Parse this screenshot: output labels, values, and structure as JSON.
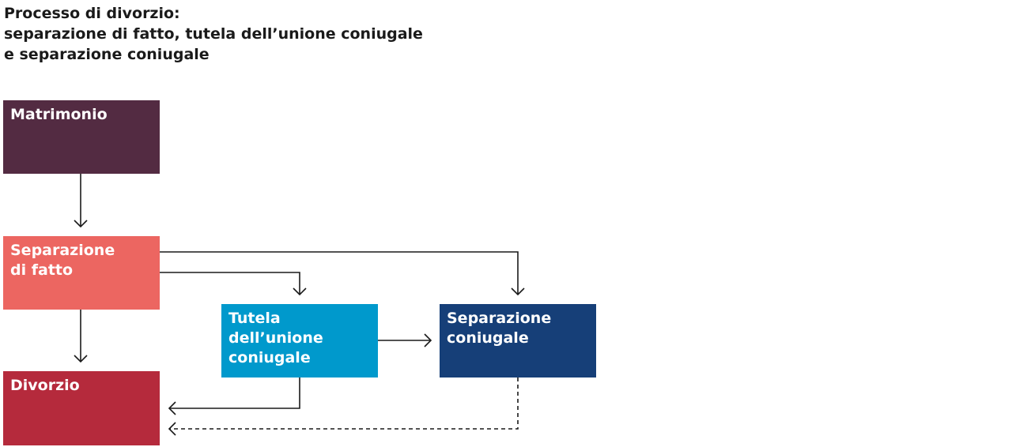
{
  "title_lines": [
    "Processo di divorzio:",
    "separazione di fatto, tutela dell’unione coniugale",
    "e separazione coniugale"
  ],
  "nodes": {
    "matrimonio": {
      "lines": [
        "Matrimonio"
      ],
      "color": "#532b42"
    },
    "separazione_fatto": {
      "lines": [
        "Separazione",
        "di fatto"
      ],
      "color": "#ec6661"
    },
    "divorzio": {
      "lines": [
        "Divorzio"
      ],
      "color": "#b52a3c"
    },
    "tutela": {
      "lines": [
        "Tutela",
        "dell’unione",
        "coniugale"
      ],
      "color": "#0099cc"
    },
    "separazione_coniugale": {
      "lines": [
        "Separazione",
        "coniugale"
      ],
      "color": "#163f78"
    }
  },
  "edges": [
    {
      "from": "matrimonio",
      "to": "separazione_fatto",
      "style": "solid"
    },
    {
      "from": "separazione_fatto",
      "to": "divorzio",
      "style": "solid"
    },
    {
      "from": "separazione_fatto",
      "to": "tutela",
      "style": "solid"
    },
    {
      "from": "separazione_fatto",
      "to": "separazione_coniugale",
      "style": "solid"
    },
    {
      "from": "tutela",
      "to": "separazione_coniugale",
      "style": "solid"
    },
    {
      "from": "tutela",
      "to": "divorzio",
      "style": "solid"
    },
    {
      "from": "separazione_coniugale",
      "to": "divorzio",
      "style": "dashed"
    }
  ],
  "colors": {
    "connector": "#1a1a1a",
    "title": "#1a1a1a"
  }
}
